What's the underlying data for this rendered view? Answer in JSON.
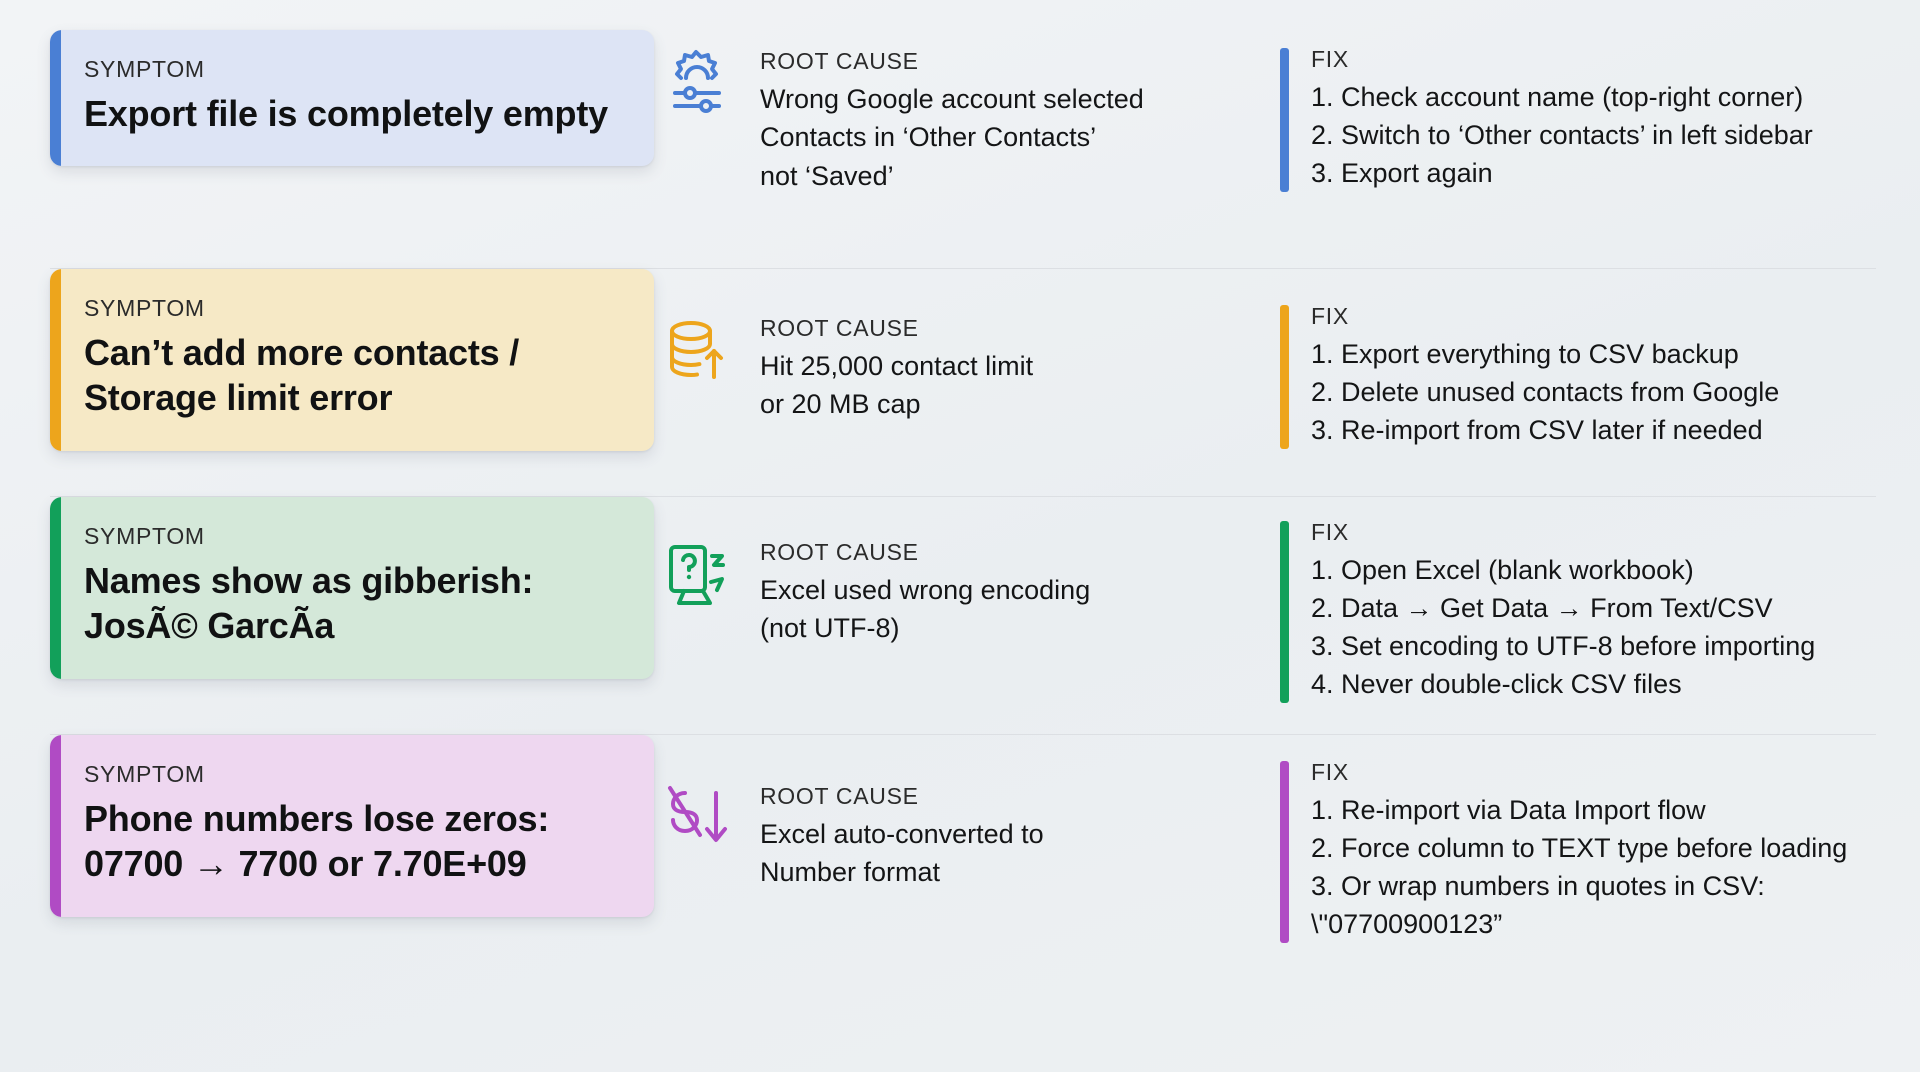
{
  "labels": {
    "symptom": "SYMPTOM",
    "root_cause": "ROOT CAUSE",
    "fix": "FIX"
  },
  "colors": {
    "background": "#eef1f4",
    "divider": "#dcdfe3",
    "blue": "#4a7fd4",
    "blue_card": "#dde4f5",
    "amber": "#eda51c",
    "amber_card": "#f6e9c6",
    "green": "#12a05a",
    "green_card": "#d4e8d9",
    "purple": "#b councils",
    "purple_accent": "#b04bc4",
    "purple_card": "#eed7f0",
    "text": "#141516",
    "label_text": "#2b2b2b"
  },
  "rows": [
    {
      "id": "export-empty",
      "accent": "#4a7fd4",
      "card_bg": "#dde4f5",
      "symptom": "Export file is\ncompletely empty",
      "icon": "settings-gear-sliders-icon",
      "root_cause": "Wrong Google account selected\nContacts in ‘Other Contacts’\nnot ‘Saved’",
      "fix_steps": [
        "1. Check account name (top-right corner)",
        "2. Switch to ‘Other contacts’ in left sidebar",
        "3. Export again"
      ]
    },
    {
      "id": "storage-limit",
      "accent": "#eda51c",
      "card_bg": "#f6e9c6",
      "symptom": "Can’t add more contacts /\nStorage limit error",
      "icon": "database-upload-icon",
      "root_cause": "Hit 25,000 contact limit\nor 20 MB cap",
      "fix_steps": [
        "1. Export everything to CSV backup",
        "2. Delete unused contacts from Google",
        "3. Re-import from CSV later if needed"
      ]
    },
    {
      "id": "encoding-gibberish",
      "accent": "#12a05a",
      "card_bg": "#d4e8d9",
      "symptom": "Names show as gibberish:\nJosÃ© GarcÃ­a",
      "icon": "unknown-character-document-icon",
      "root_cause": "Excel used wrong encoding\n(not UTF-8)",
      "fix_steps": [
        "1. Open Excel (blank workbook)",
        "2. Data → Get Data → From Text/CSV",
        "3. Set encoding to UTF-8 before importing",
        "4. Never double-click CSV files"
      ]
    },
    {
      "id": "phone-leading-zeros",
      "accent": "#b04bc4",
      "card_bg": "#eed7f0",
      "symptom": "Phone numbers lose zeros:\n07700 → 7700 or 7.70E+09",
      "icon": "number-conversion-down-arrow-icon",
      "root_cause": "Excel auto-converted to\nNumber format",
      "fix_steps": [
        "1. Re-import via Data Import flow",
        "2. Force column to TEXT type before loading",
        "3. Or wrap numbers in quotes in CSV:\n     \\\"07700900123”"
      ]
    }
  ]
}
